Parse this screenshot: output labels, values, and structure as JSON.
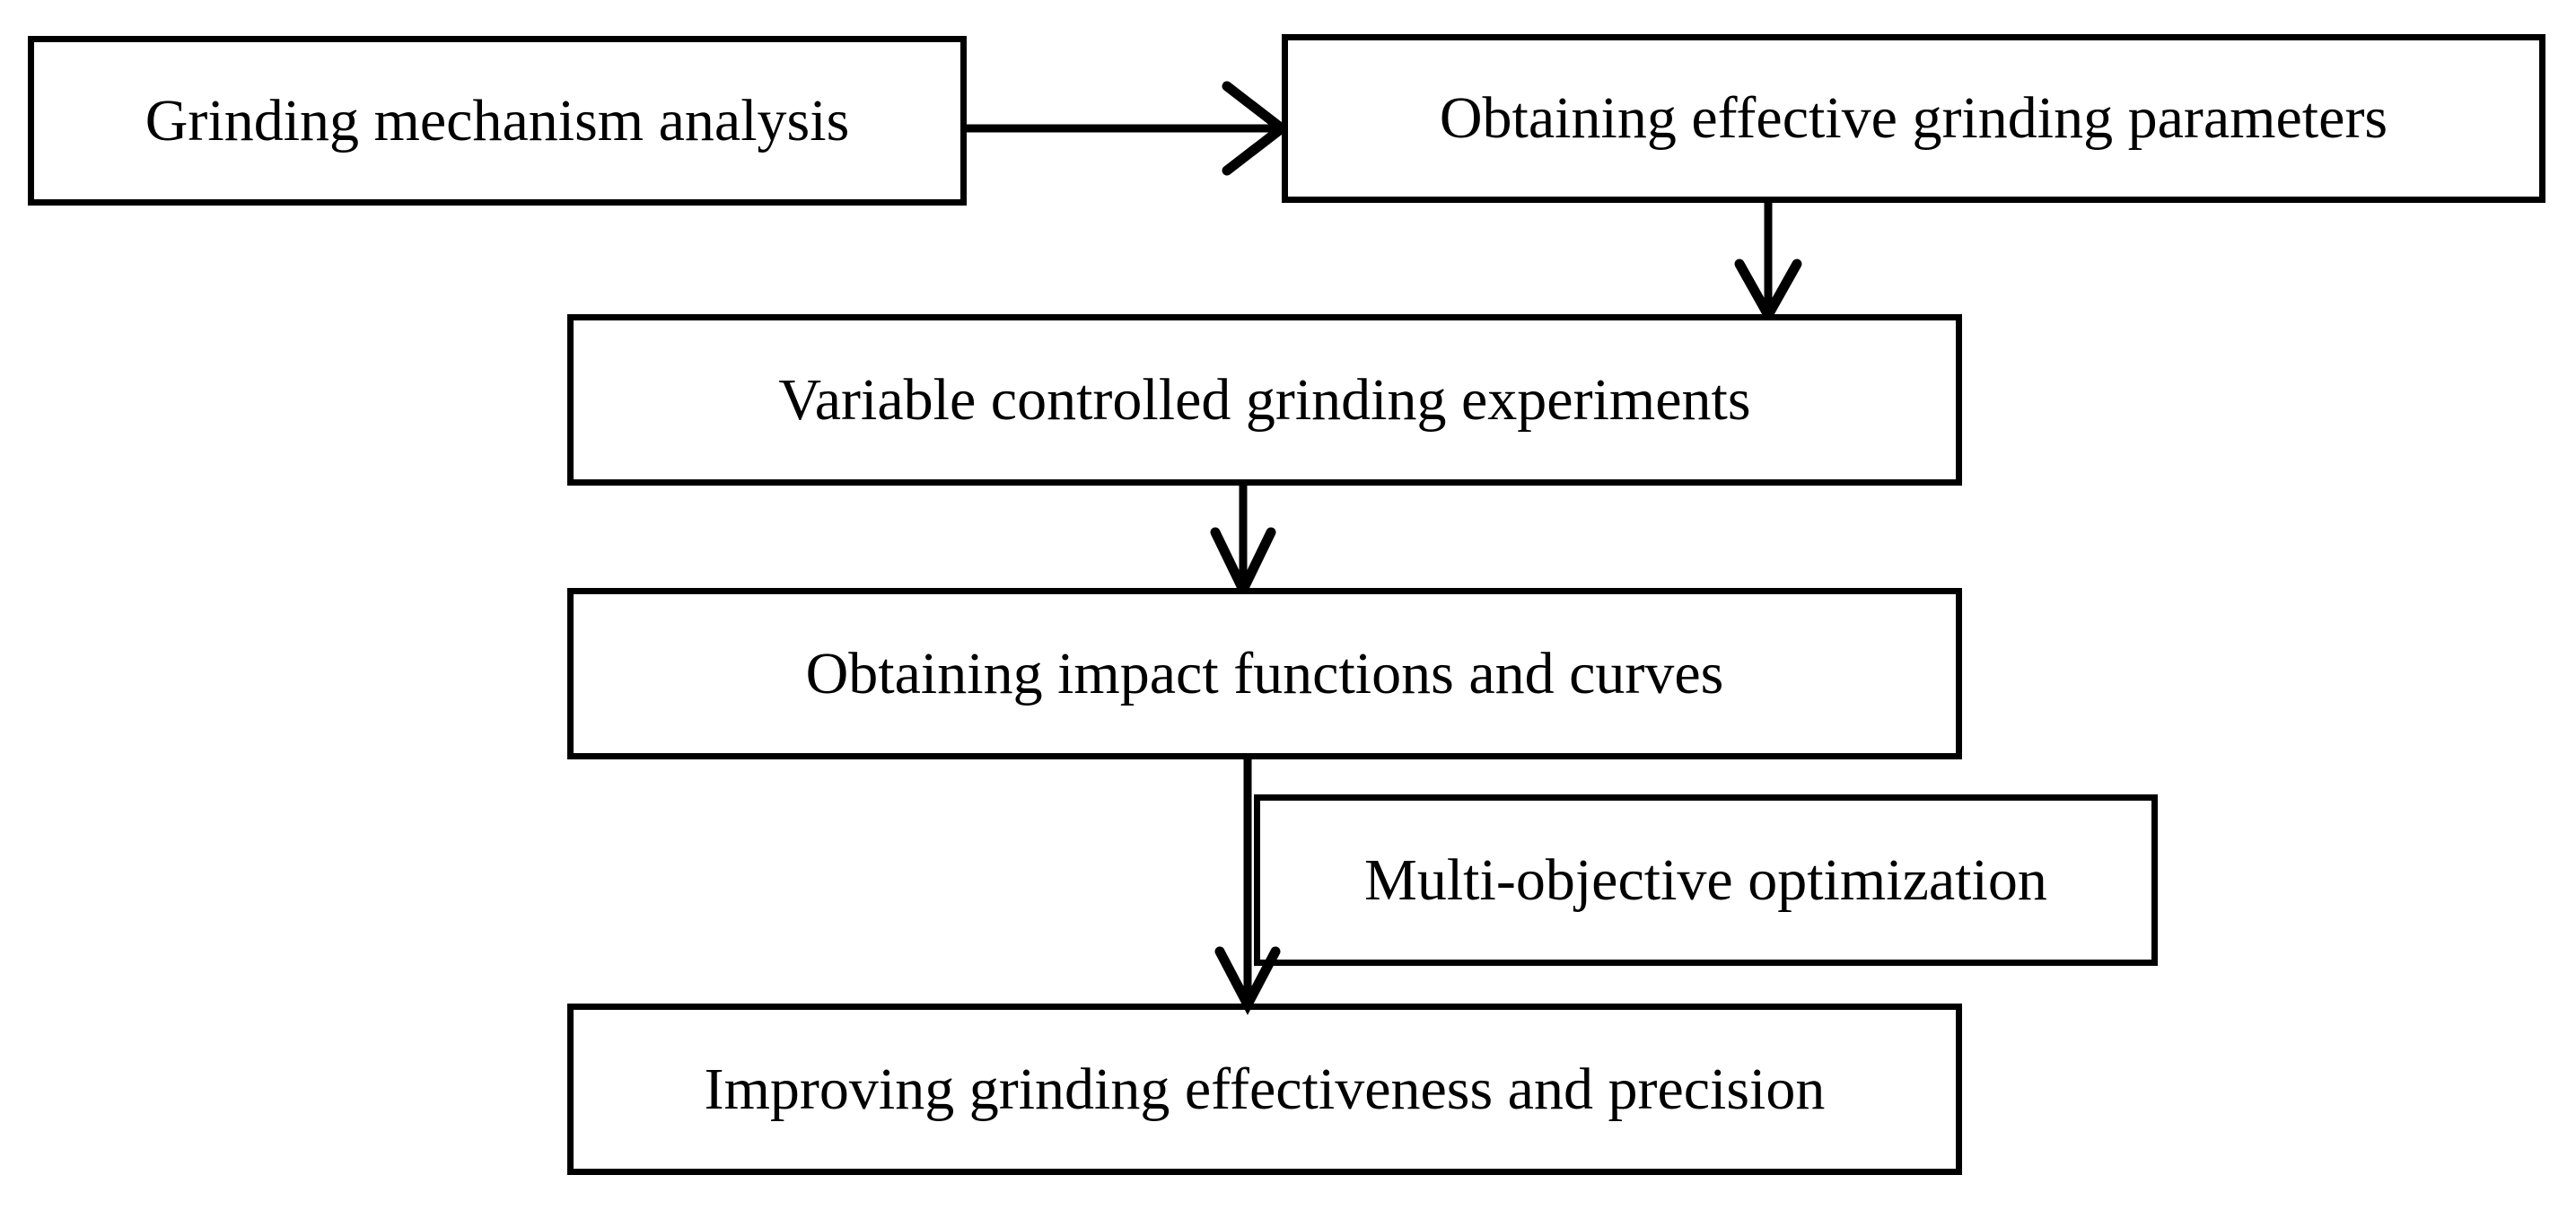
{
  "diagram": {
    "title": "Grinding research workflow flowchart",
    "background_color": "#ffffff",
    "line_color": "#000000",
    "nodes": [
      {
        "id": "n1",
        "label": "Grinding mechanism analysis"
      },
      {
        "id": "n2",
        "label": "Obtaining effective grinding parameters"
      },
      {
        "id": "n3",
        "label": "Variable controlled grinding experiments"
      },
      {
        "id": "n4",
        "label": "Obtaining impact functions and curves"
      },
      {
        "id": "n5",
        "label": "Multi-objective optimization"
      },
      {
        "id": "n6",
        "label": "Improving grinding effectiveness and precision"
      }
    ],
    "connectors": [
      {
        "id": "c1",
        "from": "n1",
        "to": "n2",
        "direction": "right",
        "arrowhead": "open-v"
      },
      {
        "id": "c2",
        "from": "n2",
        "to": "n3",
        "direction": "down",
        "arrowhead": "open-v"
      },
      {
        "id": "c3",
        "from": "n3",
        "to": "n4",
        "direction": "down",
        "arrowhead": "open-v"
      },
      {
        "id": "c4",
        "from": "n4",
        "to": "n6",
        "direction": "down",
        "arrowhead": "open-v"
      }
    ]
  }
}
